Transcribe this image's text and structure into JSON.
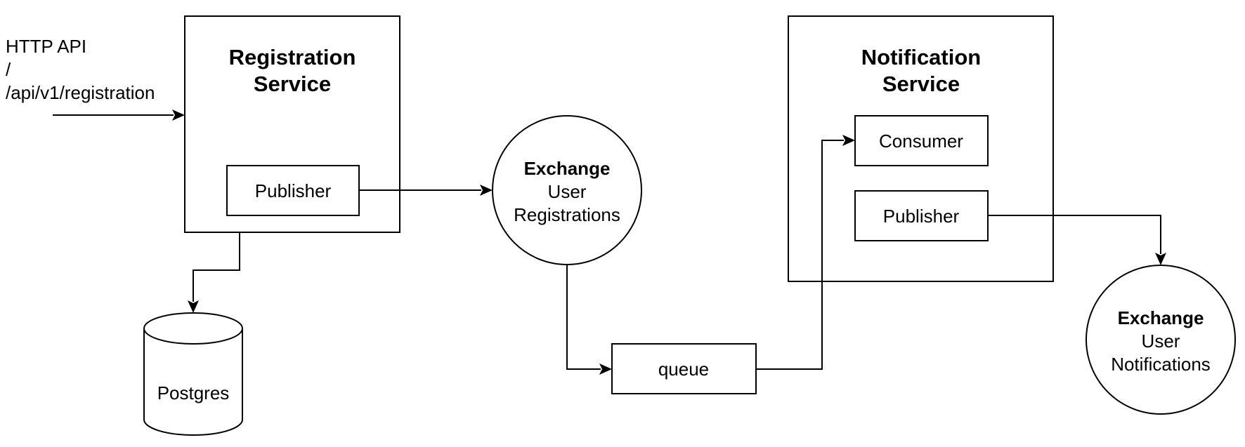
{
  "input": {
    "line1": "HTTP API",
    "line2": "/",
    "line3": "/api/v1/registration"
  },
  "registration_service": {
    "title_line1": "Registration",
    "title_line2": "Service",
    "publisher_label": "Publisher"
  },
  "database": {
    "label": "Postgres"
  },
  "exchange_registrations": {
    "title": "Exchange",
    "name_line1": "User",
    "name_line2": "Registrations"
  },
  "queue": {
    "label": "queue"
  },
  "notification_service": {
    "title_line1": "Notification",
    "title_line2": "Service",
    "consumer_label": "Consumer",
    "publisher_label": "Publisher"
  },
  "exchange_notifications": {
    "title": "Exchange",
    "name_line1": "User",
    "name_line2": "Notifications"
  }
}
